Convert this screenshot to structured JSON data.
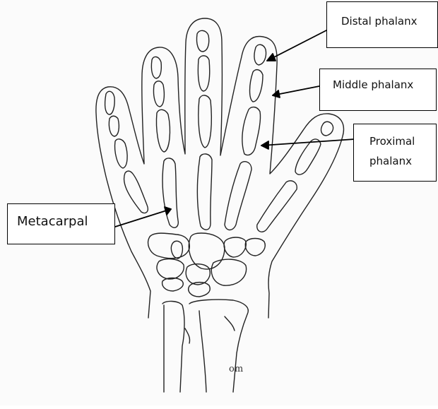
{
  "labels": {
    "distal": "Distal phalanx",
    "middle": "Middle phalanx",
    "proximal_line1": "Proximal",
    "proximal_line2": "phalanx",
    "metacarpal": "Metacarpal"
  },
  "signature": "om",
  "colors": {
    "ink": "#222222",
    "paper": "#fbfbfb",
    "box_border": "#000000"
  }
}
